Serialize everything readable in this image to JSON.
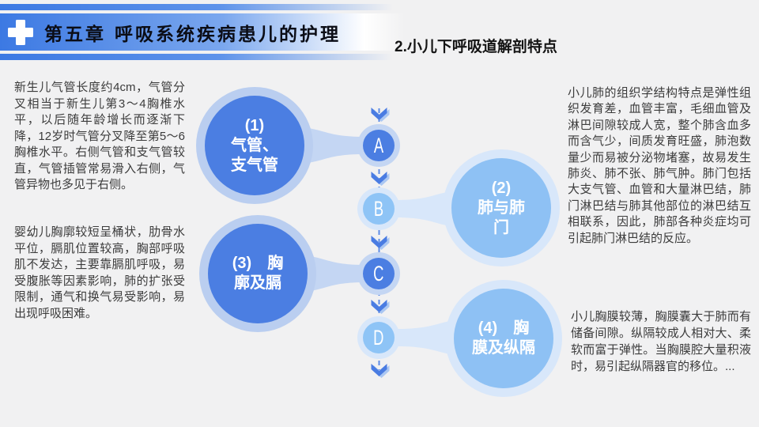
{
  "header": {
    "title": "第五章 呼吸系统疾病患儿的护理",
    "subtitle": "2.小儿下呼吸道解剖特点"
  },
  "left_column": {
    "paragraphs": [
      "新生儿气管长度约4cm，气管分叉相当于新生儿第3～4胸椎水平，以后随年龄增长而逐渐下降，12岁时气管分叉降至第5～6胸椎水平。右侧气管和支气管较直，气管插管常易滑入右侧，气管异物也多见于右侧。",
      "婴幼儿胸廓较短呈桶状，肋骨水平位，膈肌位置较高，胸部呼吸肌不发达，主要靠膈肌呼吸，易受腹胀等因素影响，肺的扩张受限制，通气和换气易受影响，易出现呼吸困难。"
    ]
  },
  "right_column": {
    "paragraphs": [
      "小儿肺的组织学结构特点是弹性组织发育差，血管丰富，毛细血管及淋巴间隙较成人宽，整个肺含血多而含气少，间质发育旺盛，肺泡数量少而易被分泌物堵塞，故易发生肺炎、肺不张、肺气肿。肺门包括大支气管、血管和大量淋巴结，肺门淋巴结与肺其他部位的淋巴结互相联系，因此，肺部各种炎症均可引起肺门淋巴结的反应。",
      "小儿胸膜较薄，胸膜囊大于肺而有储备间隙。纵隔较成人相对大、柔软而富于弹性。当胸膜腔大量积液时，易引起纵隔器官的移位。..."
    ]
  },
  "diagram": {
    "items": [
      {
        "id": "1",
        "label": "(1)\n气管、\n支气管",
        "letter": "A",
        "variant": "dark"
      },
      {
        "id": "2",
        "label": "(2)\n肺与肺\n门",
        "letter": "B",
        "variant": "light"
      },
      {
        "id": "3",
        "label": "(3)　胸\n廓及膈",
        "letter": "C",
        "variant": "dark"
      },
      {
        "id": "4",
        "label": "(4)　胸\n膜及纵隔",
        "letter": "D",
        "variant": "light"
      }
    ]
  },
  "colors": {
    "accent_dark": "#4b7ee2",
    "accent_light": "#8ec1f4",
    "halo_dark": "#bacef0",
    "halo_light": "#d8e7fa",
    "header_blue": "#3c79e3",
    "chevron": "#4a7ce2",
    "chevron_shadow": "#abc7f2",
    "background": "#f1f1f2",
    "body_text": "#3c3c3c"
  }
}
